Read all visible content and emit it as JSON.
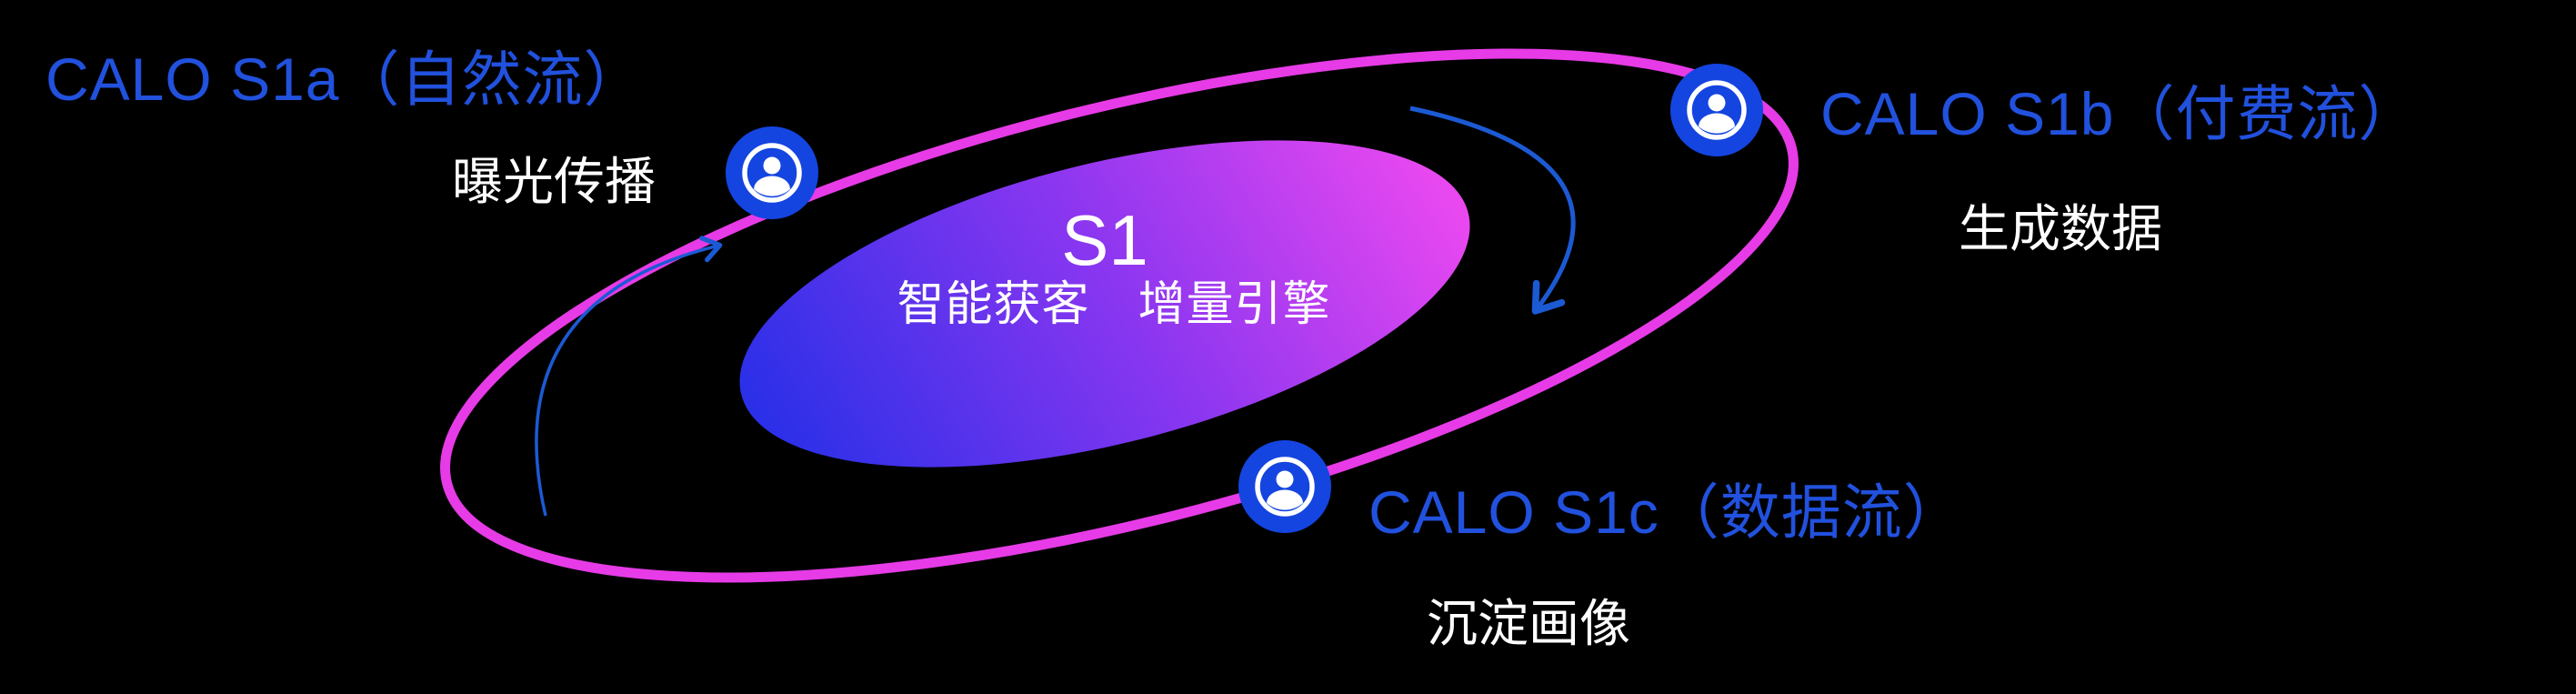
{
  "colors": {
    "background": "#000000",
    "orbit_ring": "#e63be6",
    "node_circle": "#1445e0",
    "arrow": "#1c5ad4",
    "node_title_blue": "#2151dd",
    "subtitle_white": "#ffffff",
    "center_gradient_start": "#2b30e8",
    "center_gradient_mid": "#8a36f0",
    "center_gradient_end": "#e948f0"
  },
  "center": {
    "title": "S1",
    "subtitle": "智能获客　增量引擎"
  },
  "nodes": [
    {
      "title": "CALO S1a（自然流）",
      "subtitle": "曝光传播",
      "icon": "user-circle-icon"
    },
    {
      "title": "CALO S1b（付费流）",
      "subtitle": "生成数据",
      "icon": "user-circle-icon"
    },
    {
      "title": "CALO S1c（数据流）",
      "subtitle": "沉淀画像",
      "icon": "user-circle-icon"
    }
  ]
}
